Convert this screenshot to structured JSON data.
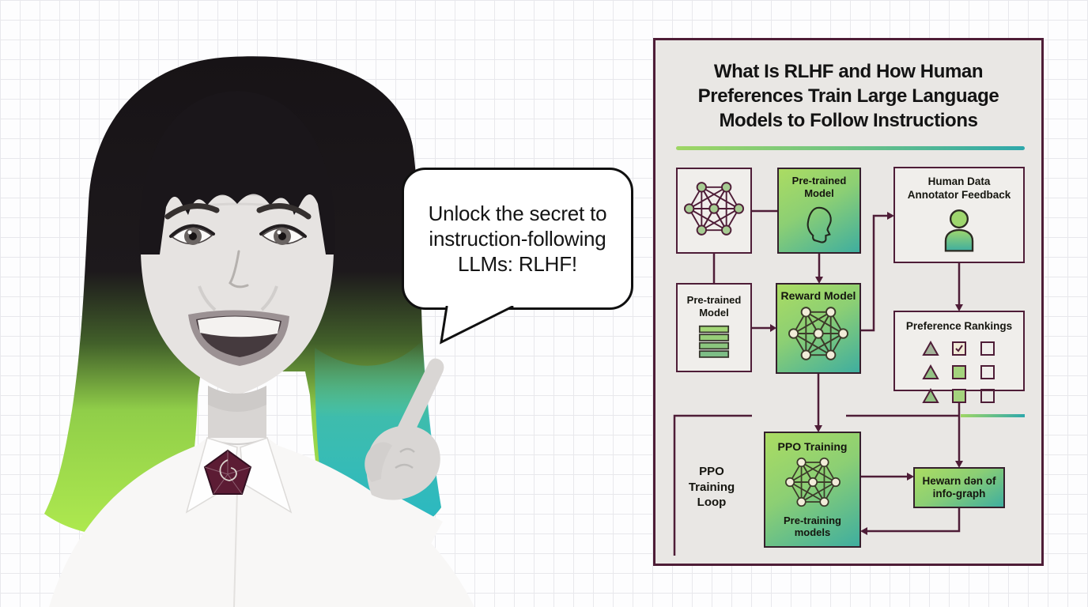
{
  "scene": {
    "person_alt": "Smiling woman with black bob haircut fading to green and teal tips, white shirt, maroon rose brooch, pointing at speech bubble"
  },
  "speech_bubble": {
    "text": "Unlock the secret to instruction-following LLMs: RLHF!"
  },
  "infographic": {
    "title": "What Is RLHF and How Human Preferences Train Large Language Models to Follow Instructions",
    "boxes": {
      "base_model": {
        "label": "",
        "icon": "neural-network-icon"
      },
      "pretrained_model_top": {
        "label": "Pre-trained Model",
        "icon": "head-profile-icon"
      },
      "human_feedback": {
        "label": "Human Data Annotator Feedback",
        "icon": "person-icon"
      },
      "pretrained_model_left": {
        "label": "Pre-trained Model",
        "icon": "stacked-layers-icon"
      },
      "reward_model": {
        "label": "Reward Model",
        "icon": "neural-network-icon"
      },
      "preference_rankings": {
        "label": "Preference Rankings",
        "icon": "ranking-grid-icon"
      },
      "ppo_training": {
        "label": "PPO Training",
        "sublabel": "Pre-training models",
        "icon": "neural-network-icon"
      },
      "info_graph": {
        "label": "Hewarn dən of info-graph"
      },
      "ppo_loop": {
        "label": "PPO Training Loop"
      }
    },
    "ranking_grid": [
      [
        "triangle",
        "checked",
        "empty"
      ],
      [
        "triangle",
        "filled",
        "empty"
      ],
      [
        "triangle",
        "filled",
        "empty"
      ]
    ],
    "flow": [
      {
        "from": "base-model",
        "to": "pretrained-model-top"
      },
      {
        "from": "base-model",
        "to": "pretrained-model-left"
      },
      {
        "from": "pretrained-model-top",
        "to": "reward-model"
      },
      {
        "from": "pretrained-model-left",
        "to": "reward-model"
      },
      {
        "from": "reward-model",
        "to": "human-data-annotator-feedback"
      },
      {
        "from": "human-data-annotator-feedback",
        "to": "preference-rankings"
      },
      {
        "from": "preference-rankings",
        "to": "info-graph"
      },
      {
        "from": "reward-model",
        "to": "ppo-training"
      },
      {
        "from": "ppo-training",
        "to": "info-graph"
      },
      {
        "from": "info-graph",
        "to": "ppo-training"
      }
    ],
    "colors": {
      "line": "#4e1d37",
      "panel_border": "#4e1d37",
      "panel_bg": "#e9e7e4",
      "gradient_start": "#abdc62",
      "gradient_end": "#3fae9f",
      "node_fill_light": "#f0eeeb",
      "nn_node_green": "#a6cc92",
      "nn_node_cream": "#f1ecd9"
    }
  }
}
